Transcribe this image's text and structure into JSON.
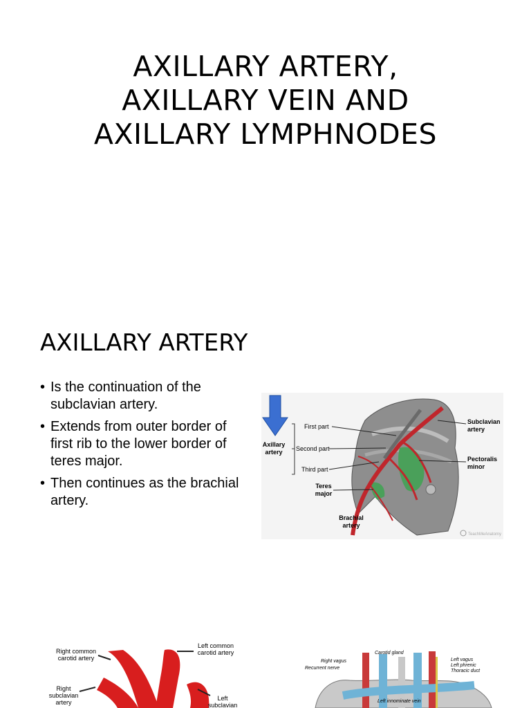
{
  "slide1": {
    "title_lines": [
      "AXILLARY ARTERY,",
      "AXILLARY VEIN AND",
      "AXILLARY LYMPHNODES"
    ]
  },
  "slide2": {
    "heading": "AXILLARY ARTERY",
    "bullets": [
      "Is the continuation of the subclavian artery.",
      "Extends from outer border of first rib to the lower border of teres major.",
      "Then continues as the brachial artery."
    ],
    "figure": {
      "labels": {
        "axillary": "Axillary",
        "artery": "artery",
        "first_part": "First part",
        "second_part": "Second part",
        "third_part": "Third part",
        "teres": "Teres",
        "major": "major",
        "brachial": "Brachial",
        "brachial_artery": "artery",
        "subclavian": "Subclavian",
        "subclavian_artery": "artery",
        "pectoralis": "Pectoralis",
        "minor": "minor",
        "credit": "TeachMeAnatomy"
      },
      "colors": {
        "arrow": "#3b6fd1",
        "artery": "#c0262c",
        "muscle": "#4aa05a",
        "tissue": "#8e8e8e"
      }
    }
  },
  "slide3": {
    "left_figure": {
      "labels": {
        "right_common_1": "Right common",
        "right_common_2": "carotid artery",
        "right_sub_1": "Right",
        "right_sub_2": "subclavian",
        "right_sub_3": "artery",
        "left_common_1": "Left common",
        "left_common_2": "carotid artery",
        "left_sub_1": "Left",
        "left_sub_2": "subclavian"
      }
    },
    "right_figure": {
      "labels": {
        "right_vagus": "Right vagus",
        "recurrent_nerve": "Recurrent nerve",
        "carotid_gland": "Carotid gland",
        "left_vagus": "Left vagus",
        "left_phrenic": "Left phrenic",
        "thoracic_duct": "Thoracic duct",
        "left_innominate": "Left innominate vein"
      }
    }
  }
}
